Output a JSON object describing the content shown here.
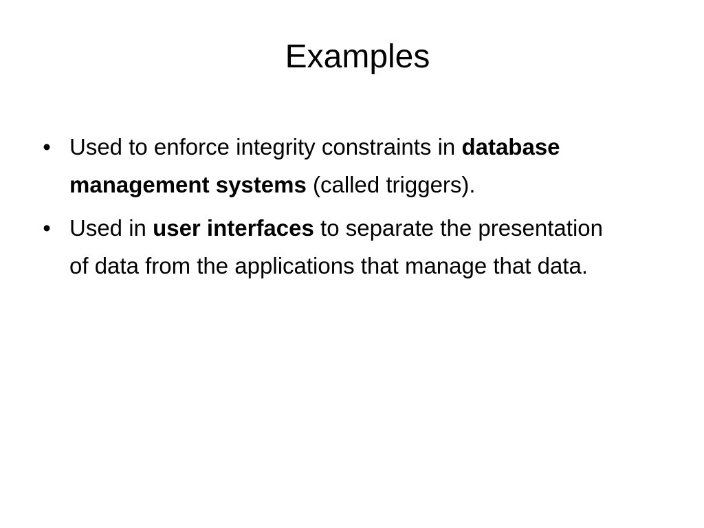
{
  "slide": {
    "title": "Examples",
    "bullets": [
      {
        "marker": "•",
        "pre": "Used to enforce integrity constraints in ",
        "bold": "database management systems",
        "post": " (called triggers)."
      },
      {
        "marker": "•",
        "pre": "Used in ",
        "bold": "user interfaces",
        "post": " to separate the presentation of data from the applications that manage that data."
      }
    ]
  }
}
